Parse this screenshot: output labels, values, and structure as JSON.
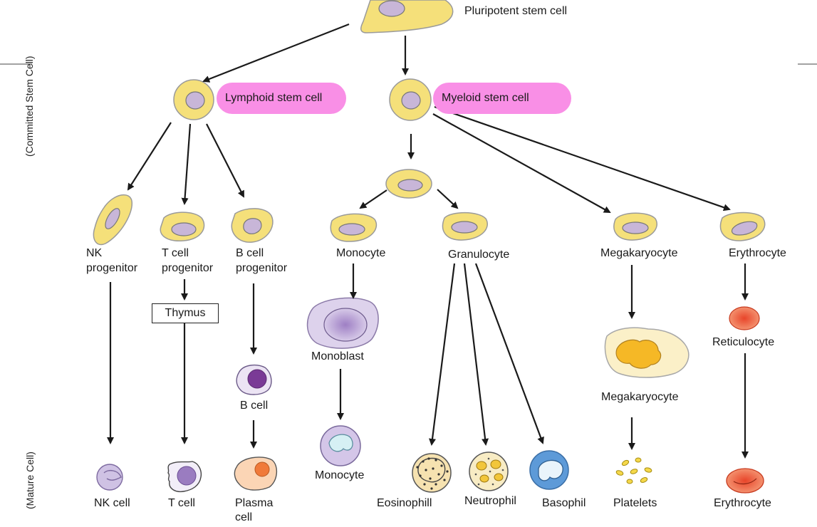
{
  "side_labels": {
    "top": "(Committed Stem Cell)",
    "bottom": "(Mature Cell)"
  },
  "stem": {
    "pluripotent": "Pluripotent stem cell",
    "lymphoid": "Lymphoid stem cell",
    "myeloid": "Myeloid stem cell"
  },
  "progenitors": {
    "nk_line1": "NK",
    "nk_line2": "progenitor",
    "t_line1": "T cell",
    "t_line2": "progenitor",
    "b_line1": "B cell",
    "b_line2": "progenitor",
    "monocyte": "Monocyte",
    "granulocyte": "Granulocyte",
    "megakaryocyte": "Megakaryocyte",
    "erythrocyte": "Erythrocyte"
  },
  "intermediate": {
    "thymus": "Thymus",
    "b_cell": "B cell",
    "monoblast": "Monoblast",
    "megakaryocyte": "Megakaryocyte",
    "reticulocyte": "Reticulocyte"
  },
  "mature": {
    "nk_cell": "NK cell",
    "t_cell": "T cell",
    "plasma_line1": "Plasma",
    "plasma_line2": "cell",
    "monocyte": "Monocyte",
    "eosinophil": "Eosinophill",
    "neutrophil": "Neutrophil",
    "basophil": "Basophil",
    "platelets": "Platelets",
    "erythrocyte": "Erythrocyte"
  },
  "colors": {
    "stem_cell_fill": "#f5e07a",
    "stem_cell_stroke": "#9a9a9a",
    "nucleus_fill": "#c8b6d8",
    "pill_fill": "#f98fe6",
    "lymph_fill": "#cfc2e4",
    "plasma_fill": "#fbd5b5",
    "plasma_nucleus": "#f07a3a",
    "bcell_nucleus": "#7a3a96",
    "basophil_fill": "#5d9ad8",
    "rbc_fill": "#e8452a"
  }
}
